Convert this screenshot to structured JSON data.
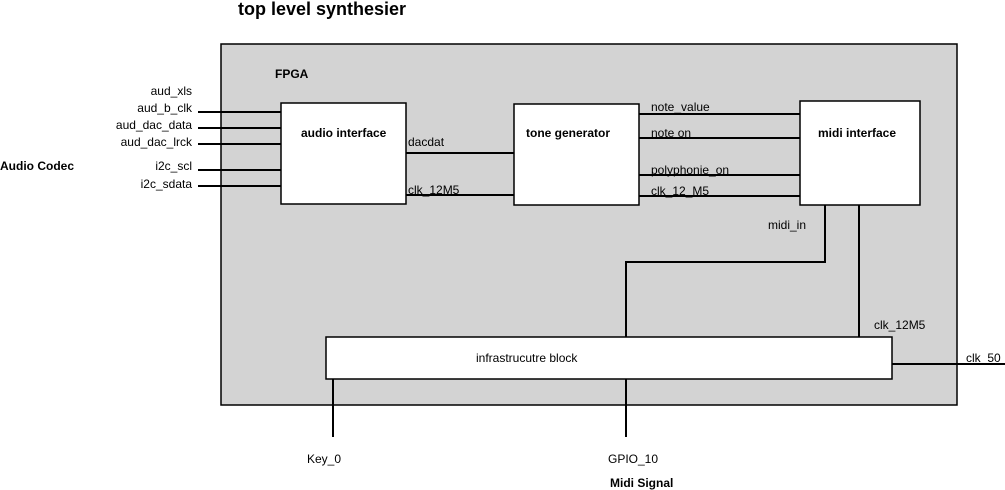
{
  "title": "top level synthesier",
  "fpga_label": "FPGA",
  "external": {
    "audio_codec": "Audio Codec",
    "midi_signal": "Midi Signal"
  },
  "blocks": {
    "audio_interface": "audio interface",
    "tone_generator": "tone generator",
    "midi_interface": "midi interface",
    "infrastructure": "infrastrucutre block"
  },
  "codec_signals": [
    "aud_xls",
    "aud_b_clk",
    "aud_dac_data",
    "aud_dac_lrck",
    "i2c_scl",
    "i2c_sdata"
  ],
  "signals": {
    "dacdat": "dacdat",
    "clk_12M5_audio": "clk_12M5",
    "note_value": "note_value",
    "note_on": "note on",
    "polyphonie_on": "polyphonie_on",
    "clk_12_M5": "clk_12_M5",
    "midi_in": "midi_in",
    "clk_12M5_midi": "clk_12M5",
    "clk_50": "clk_50",
    "key_0": "Key_0",
    "gpio_10": "GPIO_10"
  },
  "colors": {
    "fpga_fill": "#d3d3d3",
    "stroke": "#000000",
    "block_fill": "#ffffff"
  }
}
